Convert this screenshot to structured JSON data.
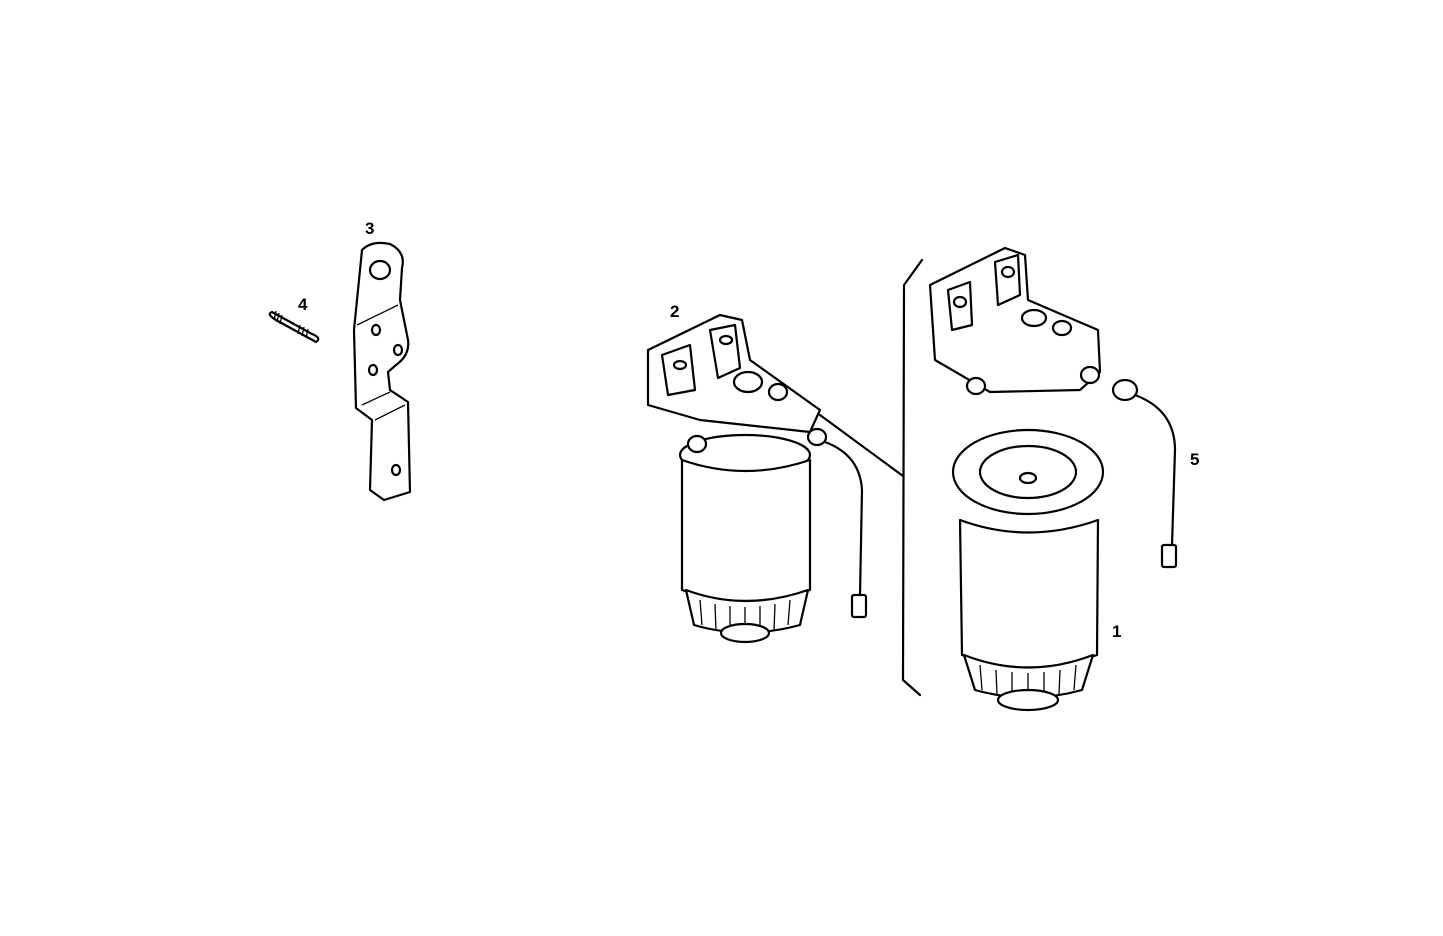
{
  "diagram": {
    "type": "exploded parts view",
    "subject": "fuel filter assembly",
    "background": "#ffffff",
    "line_color": "#000000",
    "parts": [
      {
        "callout": "1",
        "name": "filter-cartridge",
        "description": "Filter cartridge (separated below head)"
      },
      {
        "callout": "2",
        "name": "fuel-filter-assembly",
        "description": "Complete fuel filter with head and sensor cable"
      },
      {
        "callout": "3",
        "name": "mounting-bracket",
        "description": "Bent mounting bracket with holes"
      },
      {
        "callout": "4",
        "name": "stud-bolt",
        "description": "Threaded stud"
      },
      {
        "callout": "5",
        "name": "water-sensor-cable",
        "description": "Sensor with cable and connector"
      }
    ]
  }
}
